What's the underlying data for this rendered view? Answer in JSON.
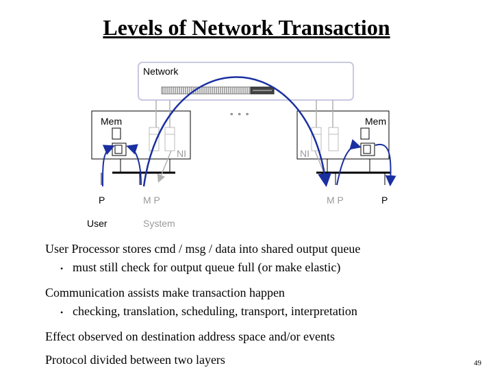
{
  "slide": {
    "title": "Levels of Network Transaction",
    "page_number": "49"
  },
  "diagram": {
    "network_label": "Network",
    "ellipsis": "° ° °",
    "left_node": {
      "mem": "Mem",
      "ni": "NI",
      "p": "P",
      "mp": "M P"
    },
    "right_node": {
      "mem": "Mem",
      "ni": "NI",
      "p": "P",
      "mp": "M P"
    },
    "user_label": "User",
    "system_label": "System"
  },
  "body": {
    "para1": "User Processor stores cmd / msg / data into shared output queue",
    "para1_bullet": "must still check for output queue full (or make elastic)",
    "para2": "Communication assists make transaction happen",
    "para2_bullet": "checking, translation, scheduling, transport, interpretation",
    "para3": "Effect observed on destination address space and/or events",
    "para4": "Protocol divided between two layers"
  }
}
